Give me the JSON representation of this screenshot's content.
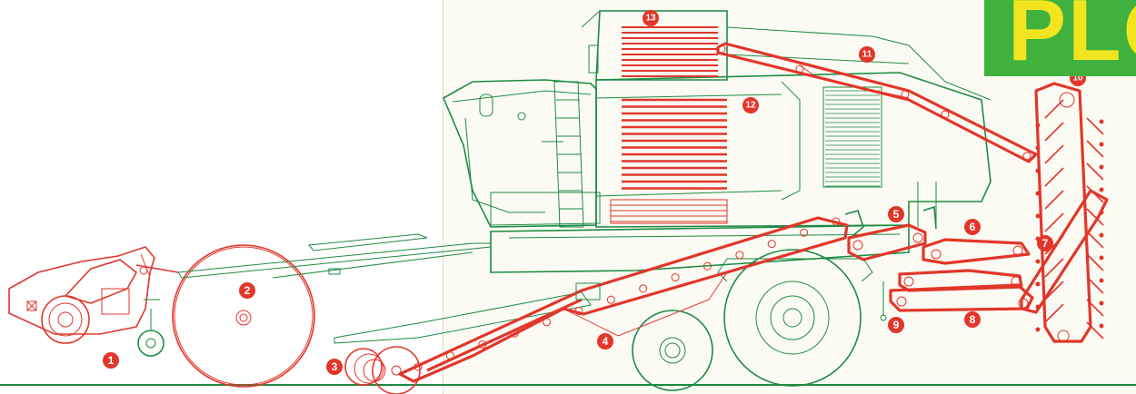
{
  "brand": {
    "text": "PLO",
    "bg_color": "#3fb13c",
    "text_color": "#f2e51f"
  },
  "colors": {
    "outline": "#1e8b43",
    "belts": "#e2362b",
    "badge": "#e2362b"
  },
  "callouts": [
    {
      "id": "callout-1",
      "label": "1"
    },
    {
      "id": "callout-2",
      "label": "2"
    },
    {
      "id": "callout-3",
      "label": "3"
    },
    {
      "id": "callout-4",
      "label": "4"
    },
    {
      "id": "callout-5",
      "label": "5"
    },
    {
      "id": "callout-6",
      "label": "6"
    },
    {
      "id": "callout-7",
      "label": "7"
    },
    {
      "id": "callout-8",
      "label": "8"
    },
    {
      "id": "callout-9",
      "label": "9"
    },
    {
      "id": "callout-10",
      "label": "10"
    },
    {
      "id": "callout-11",
      "label": "11"
    },
    {
      "id": "callout-12",
      "label": "12"
    },
    {
      "id": "callout-13",
      "label": "13"
    }
  ]
}
